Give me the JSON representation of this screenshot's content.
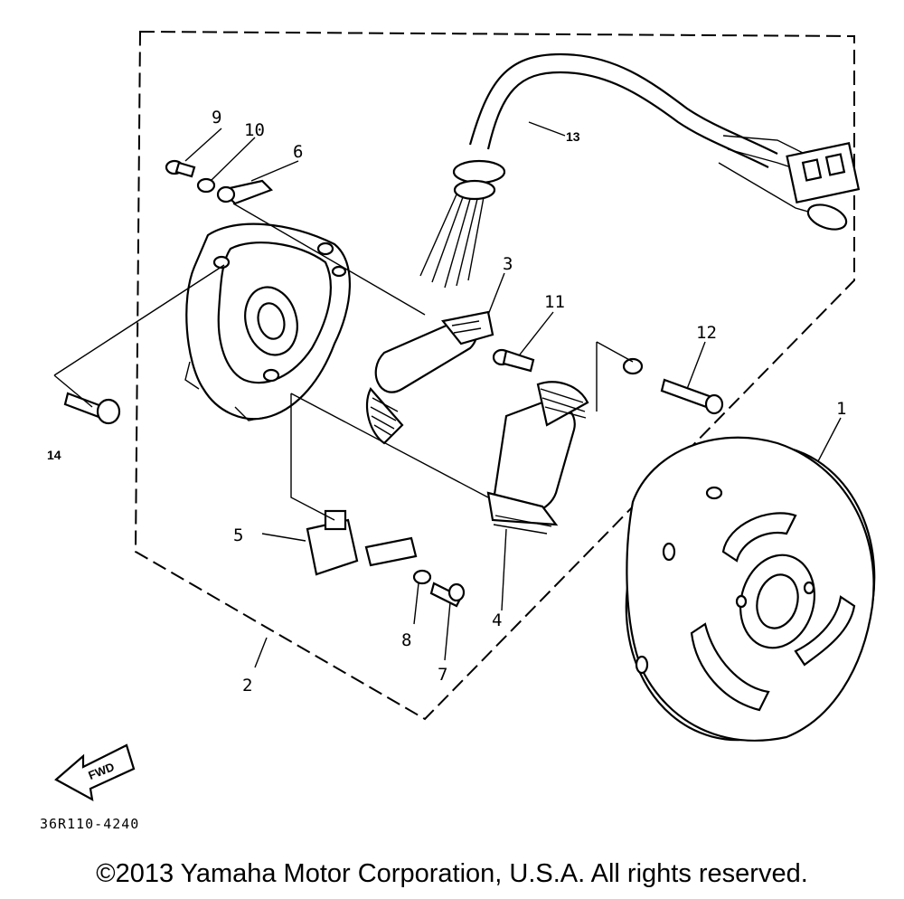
{
  "diagram": {
    "callouts": [
      "1",
      "2",
      "3",
      "4",
      "5",
      "6",
      "7",
      "8",
      "9",
      "10",
      "11",
      "12",
      "13",
      "14"
    ],
    "fwd_label": "FWD",
    "part_number": "36R110-4240",
    "copyright": "©2013 Yamaha Motor Corporation, U.S.A. All rights reserved."
  }
}
